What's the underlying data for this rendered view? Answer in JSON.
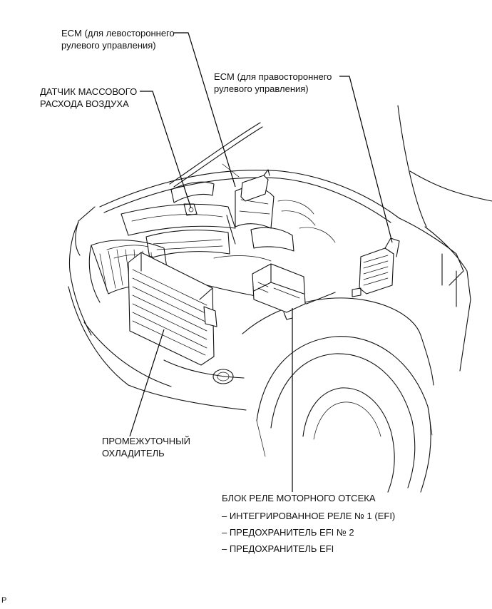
{
  "labels": {
    "ecm_lhd": [
      "ECM (для левостороннего",
      "рулевого управления)"
    ],
    "ecm_rhd": [
      "ECM (для правостороннего",
      "рулевого управления)"
    ],
    "maf_sensor": [
      "ДАТЧИК МАССОВОГО",
      "РАСХОДА ВОЗДУХА"
    ],
    "intercooler": [
      "ПРОМЕЖУТОЧНЫЙ",
      "ОХЛАДИТЕЛЬ"
    ],
    "relay_block": {
      "title": "БЛОК РЕЛЕ МОТОРНОГО ОТСЕКА",
      "items": [
        "– ИНТЕГРИРОВАННОЕ РЕЛЕ № 1 (EFI)",
        "– ПРЕДОХРАНИТЕЛЬ EFI № 2",
        "– ПРЕДОХРАНИТЕЛЬ EFI"
      ]
    }
  },
  "corner_mark": "P"
}
